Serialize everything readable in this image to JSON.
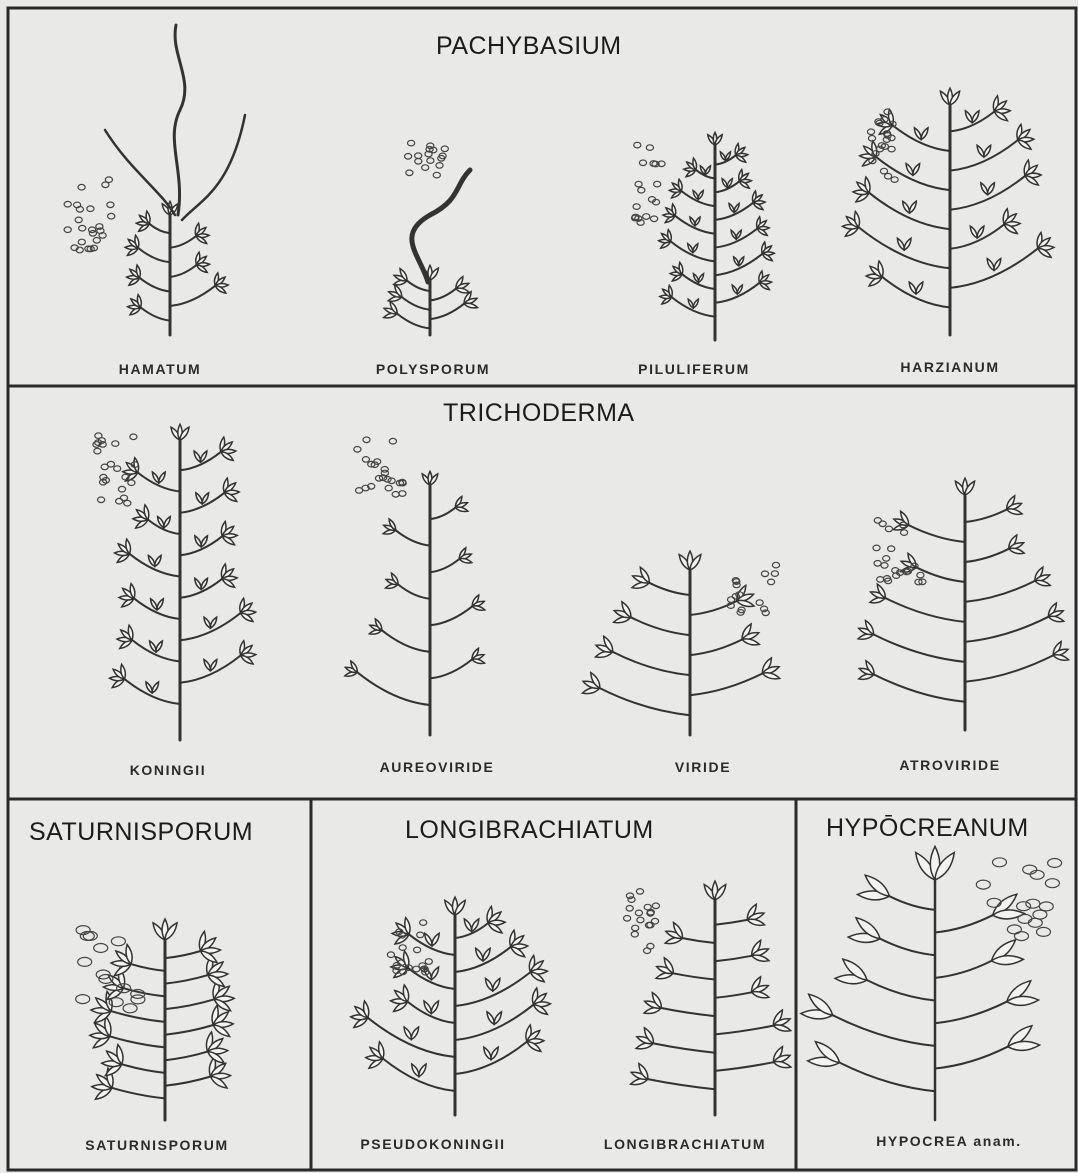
{
  "sections": {
    "pachybasium": "PACHYBASIUM",
    "trichoderma": "TRICHODERMA",
    "saturnisporum": "SATURNISPORUM",
    "longibrachiatum": "LONGIBRACHIATUM",
    "hypocreanum": "HYPŌCREANUM"
  },
  "species": {
    "hamatum": "HAMATUM",
    "polysporum": "POLYSPORUM",
    "piluliferum": "PILULIFERUM",
    "harzianum": "HARZIANUM",
    "koningii": "KONINGII",
    "aureoviride": "AUREOVIRIDE",
    "viride": "VIRIDE",
    "atroviride": "ATROVIRIDE",
    "saturnisporum": "SATURNISPORUM",
    "pseudokoningii": "PSEUDOKONINGII",
    "longibrachiatum": "LONGIBRACHIATUM",
    "hypocrea": "HYPOCREA anam."
  }
}
